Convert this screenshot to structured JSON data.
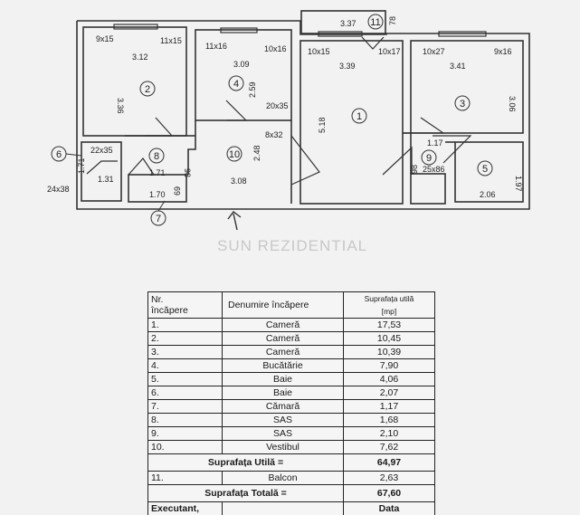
{
  "plan": {
    "watermark": "SUN REZIDENTIAL",
    "dims": [
      {
        "text": "3.37"
      },
      {
        "text": "78"
      },
      {
        "text": "9x15"
      },
      {
        "text": "3.12"
      },
      {
        "text": "11x15"
      },
      {
        "text": "11x16"
      },
      {
        "text": "3.09"
      },
      {
        "text": "10x16"
      },
      {
        "text": "10x15"
      },
      {
        "text": "3.39"
      },
      {
        "text": "10x17"
      },
      {
        "text": "10x27"
      },
      {
        "text": "3.41"
      },
      {
        "text": "9x16"
      },
      {
        "text": "3.36"
      },
      {
        "text": "2.59"
      },
      {
        "text": "20x35"
      },
      {
        "text": "5.18"
      },
      {
        "text": "3.06"
      },
      {
        "text": "8x32"
      },
      {
        "text": "22x35"
      },
      {
        "text": "2.48"
      },
      {
        "text": "1.17"
      },
      {
        "text": "1.71"
      },
      {
        "text": "1.71"
      },
      {
        "text": "98"
      },
      {
        "text": "25x86"
      },
      {
        "text": "98"
      },
      {
        "text": "1.31"
      },
      {
        "text": "3.08"
      },
      {
        "text": "24x38"
      },
      {
        "text": "1.70"
      },
      {
        "text": "69"
      },
      {
        "text": "2.06"
      },
      {
        "text": "1.97"
      }
    ],
    "rooms": [
      "1",
      "2",
      "3",
      "4",
      "5",
      "6",
      "7",
      "8",
      "9",
      "10",
      "11"
    ]
  },
  "table": {
    "header": {
      "nr_line1": "Nr.",
      "nr_line2": "încăpere",
      "name": "Denumire încăpere",
      "area_line1": "Suprafața utilă",
      "area_line2": "[mp]"
    },
    "rows": [
      {
        "nr": "1.",
        "name": "Cameră",
        "area": "17,53"
      },
      {
        "nr": "2.",
        "name": "Cameră",
        "area": "10,45"
      },
      {
        "nr": "3.",
        "name": "Cameră",
        "area": "10,39"
      },
      {
        "nr": "4.",
        "name": "Bucătărie",
        "area": "7,90"
      },
      {
        "nr": "5.",
        "name": "Baie",
        "area": "4,06"
      },
      {
        "nr": "6.",
        "name": "Baie",
        "area": "2,07"
      },
      {
        "nr": "7.",
        "name": "Cămară",
        "area": "1,17"
      },
      {
        "nr": "8.",
        "name": "SAS",
        "area": "1,68"
      },
      {
        "nr": "9.",
        "name": "SAS",
        "area": "2,10"
      },
      {
        "nr": "10.",
        "name": "Vestibul",
        "area": "7,62"
      }
    ],
    "useful_label": "Suprafața Utilă =",
    "useful_value": "64,97",
    "balcony": {
      "nr": "11.",
      "name": "Balcon",
      "area": "2,63"
    },
    "total_label": "Suprafața Totală =",
    "total_value": "67,60",
    "footer_left": "Executant,",
    "footer_right": "Data"
  }
}
